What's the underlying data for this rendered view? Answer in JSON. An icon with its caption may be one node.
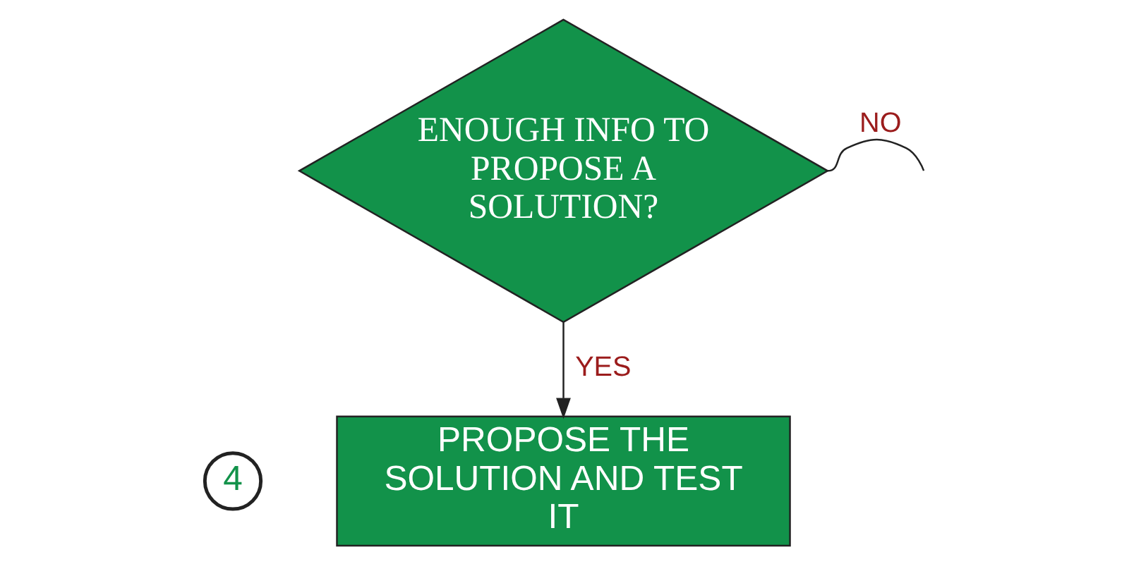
{
  "diagram": {
    "nodes": [
      {
        "text": [
          "ENOUGH INFO TO PROPOSE A SOLUTION?"
        ]
      },
      {
        "text": [
          "4"
        ]
      },
      {
        "text": [
          "PROPOSE THE SOLUTION AND TEST IT"
        ]
      }
    ],
    "edges": [
      {
        "from": 0,
        "to": null,
        "arrow": "none",
        "label": "NO"
      },
      {
        "from": 0,
        "to": 2,
        "arrow": "to",
        "label": "YES"
      }
    ]
  }
}
